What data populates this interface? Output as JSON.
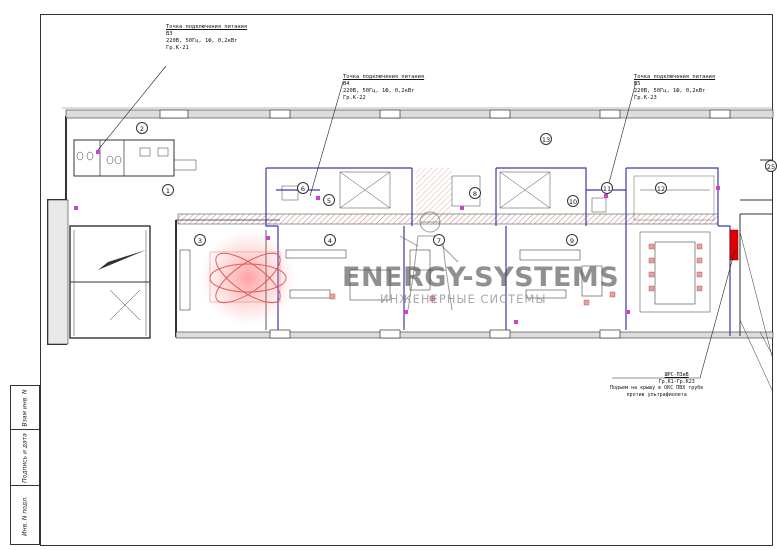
{
  "power_points": [
    {
      "title": "Точка подключения питания",
      "id": "В3",
      "spec": "220В, 50Гц, 1Ф, 0,2кВт",
      "group": "Гр.К-21"
    },
    {
      "title": "Точка подключения питания",
      "id": "В4",
      "spec": "220В, 50Гц, 1Ф, 0,2кВт",
      "group": "Гр.К-22"
    },
    {
      "title": "Точка подключения питания",
      "id": "В5",
      "spec": "220В, 50Гц, 1Ф, 0,2кВт",
      "group": "Гр.К-23"
    }
  ],
  "rooms": [
    "1",
    "2",
    "3",
    "4",
    "5",
    "6",
    "7",
    "8",
    "9",
    "10",
    "11",
    "12",
    "13",
    "25"
  ],
  "riser": {
    "code": "ШРС-ПЗиВ",
    "group": "Гр.К1-Гр.К23",
    "line1": "Подъем на крышу в ОКС ПВХ трубе",
    "line2": "против ультрафиолета"
  },
  "stamp": [
    "Инв. N подл.",
    "Подпись и дата",
    "Взам инв. N"
  ],
  "watermark": {
    "brand": "ENERGY-SYSTEMS",
    "subtitle": "ИНЖЕНЕРНЫЕ СИСТЕМЫ"
  },
  "colors": {
    "wall": "#333333",
    "partition": "#3a3aa8",
    "hatch": "#c06060",
    "marker": "#d040d0",
    "panel": "#e00000"
  }
}
